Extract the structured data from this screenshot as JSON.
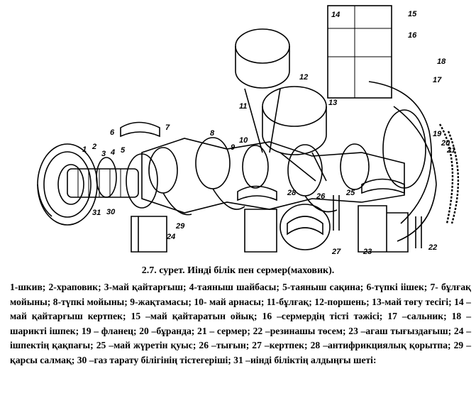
{
  "caption": "2.7. сурет. Иінді білік пен сермер(маховик).",
  "callouts": [
    "1",
    "2",
    "3",
    "4",
    "5",
    "6",
    "7",
    "8",
    "9",
    "10",
    "11",
    "12",
    "13",
    "14",
    "15",
    "16",
    "17",
    "18",
    "19",
    "20",
    "21",
    "22",
    "23",
    "24",
    "25",
    "26",
    "27",
    "28",
    "29",
    "30",
    "31"
  ],
  "legend": [
    "1-шкив;",
    "2-храповик;",
    "3-май қайтарғыш;",
    "4-таяныш шайбасы;",
    "5-таяныш сақина;",
    "6-түпкі іішек;",
    "7- бұлғақ мойыны;",
    "8-түпкі мойыны;",
    "9-жақтамасы;",
    "10- май арнасы;",
    "11-бұлғақ;",
    "12-поршень;",
    "13-май төгу тесігі;",
    "14 –май қайтарғыш кертпек;",
    "15 –май қайтаратын ойық;",
    "16 –сермердің тісті тәжісі;",
    "17 –сальник;",
    "18 –шарикті ішпек;",
    "19 – фланец;",
    "20 –бұранда;",
    "21 – сермер;",
    "22 –резинашы төсем;",
    "23 –агаш тығыздағыш;",
    "24 –ішпектің қақпағы;",
    "25 –май жүретін қуыс;",
    "26 –тығын;",
    "27 –кертпек;",
    "28 –антифрикциялық қорытпа;",
    "29 –қарсы салмақ;",
    "30 –газ тарату білігінің тістегеріші;",
    "31 –иінді біліктің алдыңғы шеті:"
  ]
}
